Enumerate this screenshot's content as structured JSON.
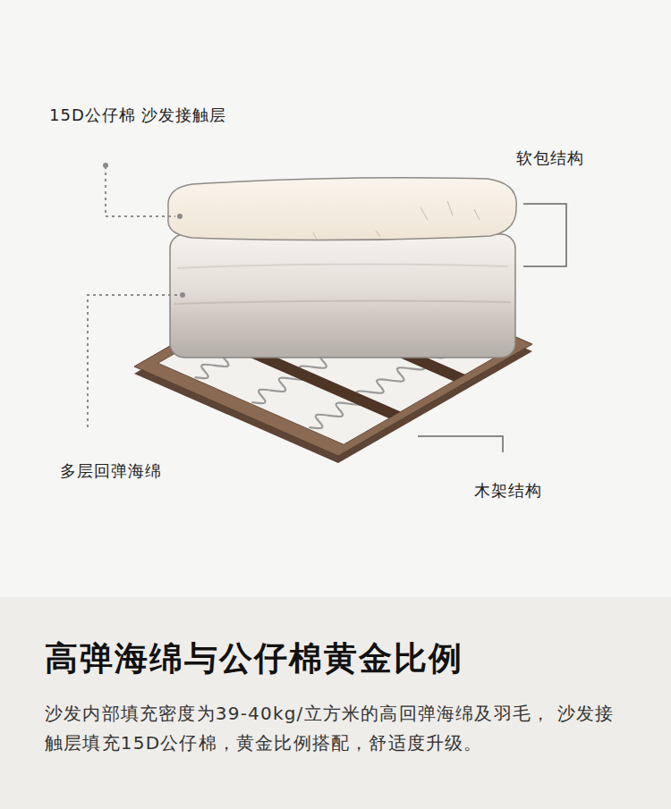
{
  "diagram": {
    "title": "高弹海绵与公仔棉黄金比例",
    "caption": "沙发内部填充密度为39-40kg/立方米的高回弹海绵及羽毛， 沙发接触层填充15D公仔棉，黄金比例搭配，舒适度升级。",
    "labels": [
      "15D公仔棉 沙发接触层",
      "软包结构",
      "多层回弹海绵",
      "木架结构"
    ]
  }
}
